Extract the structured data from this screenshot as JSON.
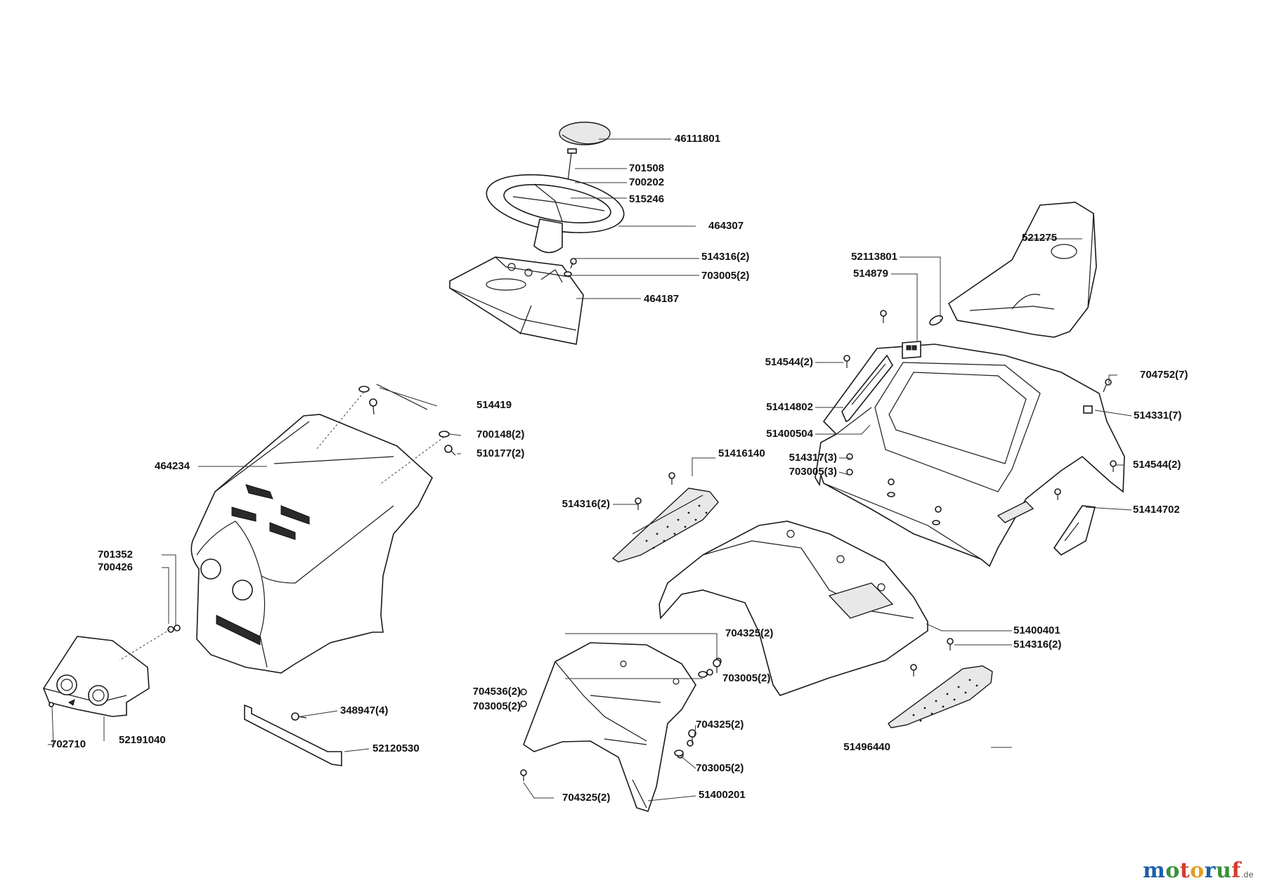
{
  "labels": [
    "46111801",
    "701508",
    "700202",
    "515246",
    "464307",
    "514316(2)",
    "703005(2)",
    "464187",
    "521275",
    "52113801",
    "514879",
    "514544(2)",
    "51414802",
    "51400504",
    "704752(7)",
    "514331(7)",
    "514419",
    "700148(2)",
    "510177(2)",
    "464234",
    "51416140",
    "514317(3)",
    "703005(3)",
    "514316(2)",
    "514544(2)",
    "51414702",
    "701352",
    "700426",
    "704325(2)",
    "703005(2)",
    "51400401",
    "514316(2)",
    "704536(2)",
    "703005(2)",
    "348947(4)",
    "702710",
    "52191040",
    "52120530",
    "704325(2)",
    "703005(2)",
    "51496440",
    "704325(2)",
    "51400201"
  ],
  "watermark": {
    "letters": [
      "m",
      "o",
      "t",
      "o",
      "r",
      "u",
      "f"
    ],
    "suffix": ".de"
  },
  "colors": {
    "line": "#1a1a1a",
    "watermark": [
      "#1f5fa8",
      "#3a8f3a",
      "#d33c2c",
      "#e0a020",
      "#1f5fa8",
      "#3a8f3a",
      "#d33c2c"
    ]
  }
}
